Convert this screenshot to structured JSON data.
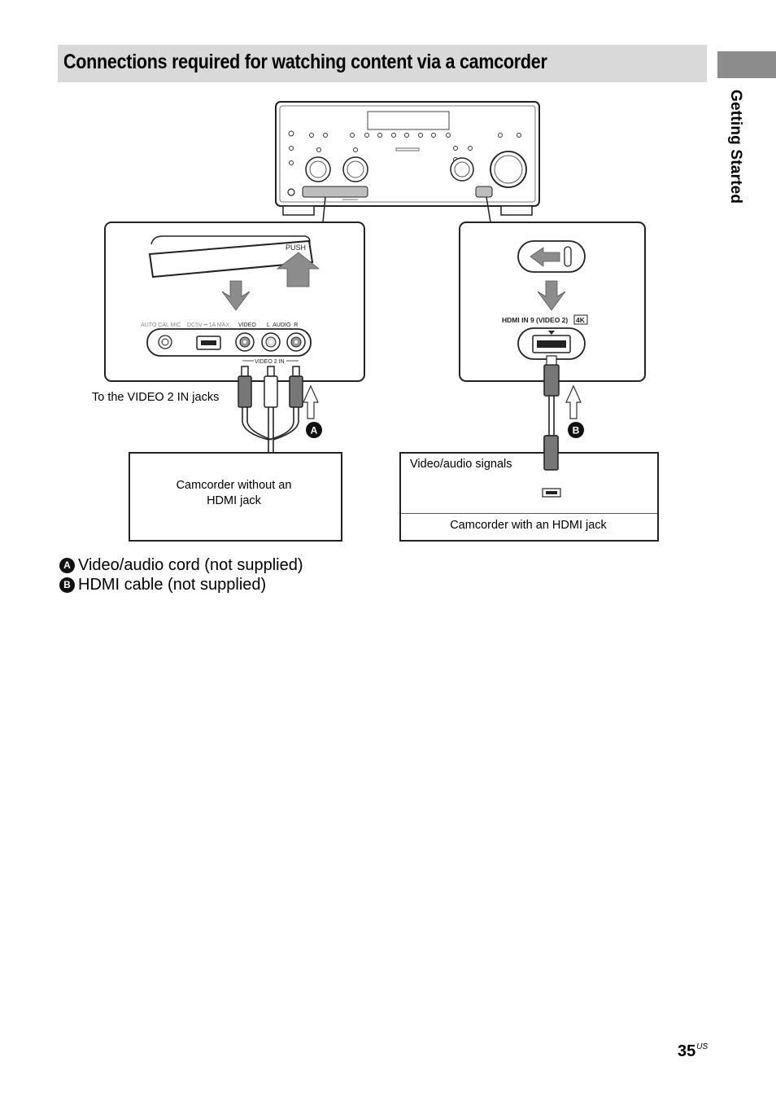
{
  "header": {
    "title": "Connections required for watching content via a camcorder"
  },
  "side_tab": {
    "label": "Getting Started"
  },
  "diagram": {
    "receiver_panel": {
      "push_label": "PUSH",
      "jack_labels": {
        "auto_cal_mic": "AUTO CAL MIC",
        "usb": "DC5V ━ 1A MAX",
        "video": "VIDEO",
        "audio": "L  AUDIO  R",
        "video2_in": "VIDEO 2 IN"
      },
      "hdmi_label": "HDMI IN 9 (VIDEO 2)",
      "hdmi_badge": "4K"
    },
    "to_jacks_label": "To the VIDEO 2 IN jacks",
    "cable_markers": {
      "a": "A",
      "b": "B"
    },
    "camcorder_left": {
      "label": "Camcorder without an HDMI jack"
    },
    "camcorder_right": {
      "signal_label": "Video/audio signals",
      "label": "Camcorder with an HDMI jack"
    }
  },
  "legend": {
    "items": [
      {
        "marker": "A",
        "text": "Video/audio cord (not supplied)"
      },
      {
        "marker": "B",
        "text": "HDMI cable (not supplied)"
      }
    ]
  },
  "footer": {
    "page_number": "35",
    "page_suffix": "US"
  }
}
